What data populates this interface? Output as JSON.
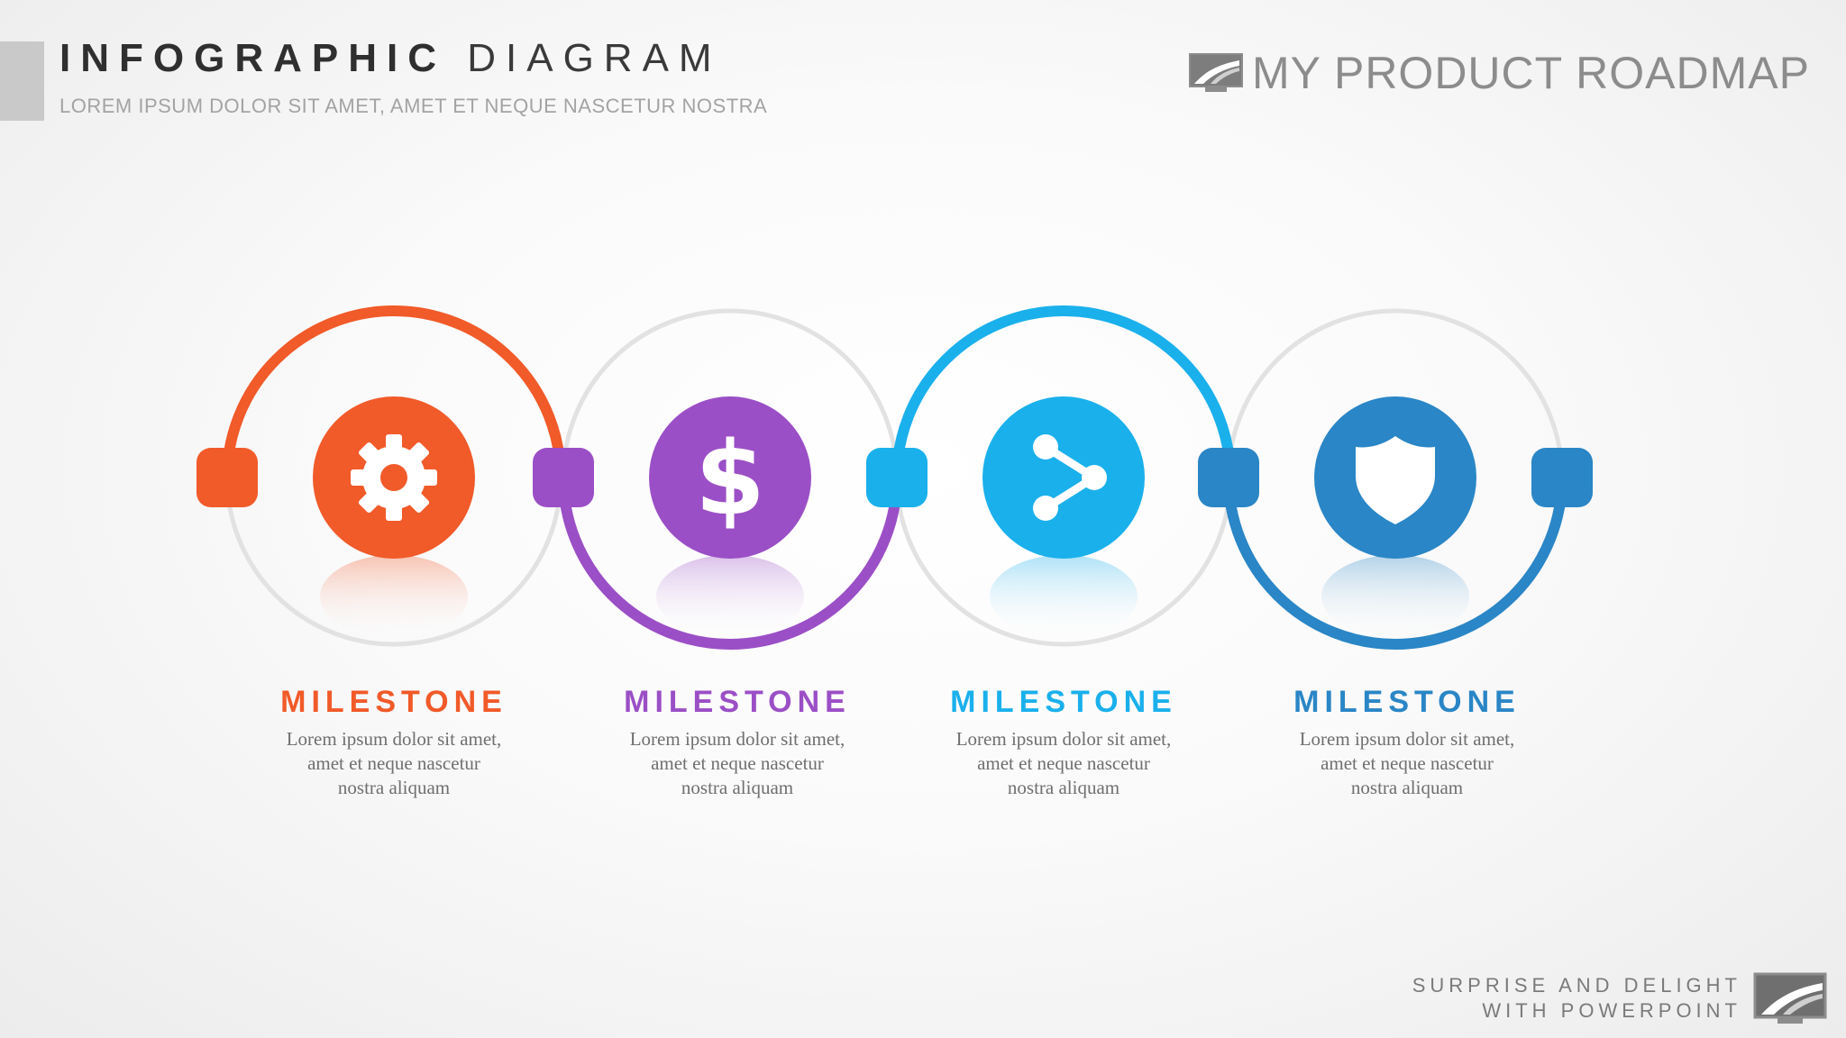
{
  "header": {
    "title_bold": "INFOGRAPHIC",
    "title_light": "DIAGRAM",
    "subtitle": "LOREM IPSUM DOLOR SIT AMET, AMET ET NEQUE NASCETUR NOSTRA"
  },
  "brand": {
    "text": "MY PRODUCT  ROADMAP",
    "logo_icon": "road-logo-icon"
  },
  "footer": {
    "line1": "SURPRISE AND DELIGHT",
    "line2": "WITH POWERPOINT",
    "logo_icon": "road-logo-icon"
  },
  "colors": {
    "neutral_ring": "#e2e2e2",
    "orange": "#f15a29",
    "purple": "#9b4fc6",
    "sky": "#1ab0ec",
    "blue": "#2a86c6"
  },
  "milestones": [
    {
      "title": "MILESTONE",
      "desc": [
        "Lorem ipsum dolor sit amet,",
        "amet et neque nascetur",
        "nostra aliquam"
      ],
      "icon": "gear-icon",
      "color": "#f15a29",
      "arc": "top"
    },
    {
      "title": "MILESTONE",
      "desc": [
        "Lorem ipsum dolor sit amet,",
        "amet et neque nascetur",
        "nostra aliquam"
      ],
      "icon": "dollar-icon",
      "color": "#9b4fc6",
      "arc": "bottom"
    },
    {
      "title": "MILESTONE",
      "desc": [
        "Lorem ipsum dolor sit amet,",
        "amet et neque nascetur",
        "nostra aliquam"
      ],
      "icon": "share-icon",
      "color": "#1ab0ec",
      "arc": "top"
    },
    {
      "title": "MILESTONE",
      "desc": [
        "Lorem ipsum dolor sit amet,",
        "amet et neque nascetur",
        "nostra aliquam"
      ],
      "icon": "shield-icon",
      "color": "#2a86c6",
      "arc": "bottom"
    }
  ]
}
